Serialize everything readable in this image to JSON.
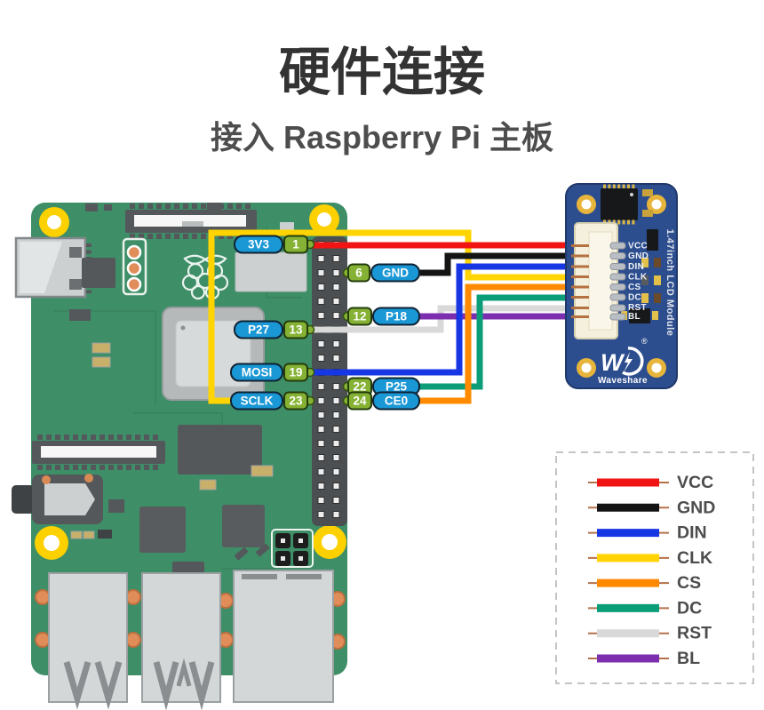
{
  "title": "硬件连接",
  "subtitle": "接入 Raspberry Pi 主板",
  "colors": {
    "pi_board_green": "#3e8e68",
    "lcd_board_blue": "#2c4d8e",
    "label_blue": "#1a97d5",
    "pin_number_green": "#85b234",
    "mounting_hole_yellow": "#fdd000",
    "lcd_hole_gold": "#e7b43c"
  },
  "pi": {
    "left_pins": [
      {
        "num": "1",
        "label": "3V3"
      },
      {
        "num": "13",
        "label": "P27"
      },
      {
        "num": "19",
        "label": "MOSI"
      },
      {
        "num": "23",
        "label": "SCLK"
      }
    ],
    "right_pins": [
      {
        "num": "6",
        "label": "GND"
      },
      {
        "num": "12",
        "label": "P18"
      },
      {
        "num": "22",
        "label": "P25"
      },
      {
        "num": "24",
        "label": "CE0"
      }
    ]
  },
  "lcd": {
    "module_name": "1.47inch LCD Module",
    "registered_mark": "®",
    "brand": "Waveshare",
    "pins": [
      "VCC",
      "GND",
      "DIN",
      "CLK",
      "CS",
      "DC",
      "RST",
      "BL"
    ]
  },
  "wires": [
    {
      "signal": "VCC",
      "color": "#f01414",
      "pi_pin": "1 (3V3)"
    },
    {
      "signal": "GND",
      "color": "#141414",
      "pi_pin": "6 (GND)"
    },
    {
      "signal": "DIN",
      "color": "#1736e4",
      "pi_pin": "19 (MOSI)"
    },
    {
      "signal": "CLK",
      "color": "#ffd400",
      "pi_pin": "23 (SCLK)"
    },
    {
      "signal": "CS",
      "color": "#ff8a00",
      "pi_pin": "24 (CE0)"
    },
    {
      "signal": "DC",
      "color": "#0a9d78",
      "pi_pin": "22 (P25)"
    },
    {
      "signal": "RST",
      "color": "#d9d9d9",
      "pi_pin": "13 (P27)"
    },
    {
      "signal": "BL",
      "color": "#7b2fae",
      "pi_pin": "12 (P18)"
    }
  ],
  "legend": [
    {
      "label": "VCC",
      "color": "#f01414"
    },
    {
      "label": "GND",
      "color": "#141414"
    },
    {
      "label": "DIN",
      "color": "#1736e4"
    },
    {
      "label": "CLK",
      "color": "#ffd400"
    },
    {
      "label": "CS",
      "color": "#ff8a00"
    },
    {
      "label": "DC",
      "color": "#0a9d78"
    },
    {
      "label": "RST",
      "color": "#d9d9d9"
    },
    {
      "label": "BL",
      "color": "#7b2fae"
    }
  ]
}
